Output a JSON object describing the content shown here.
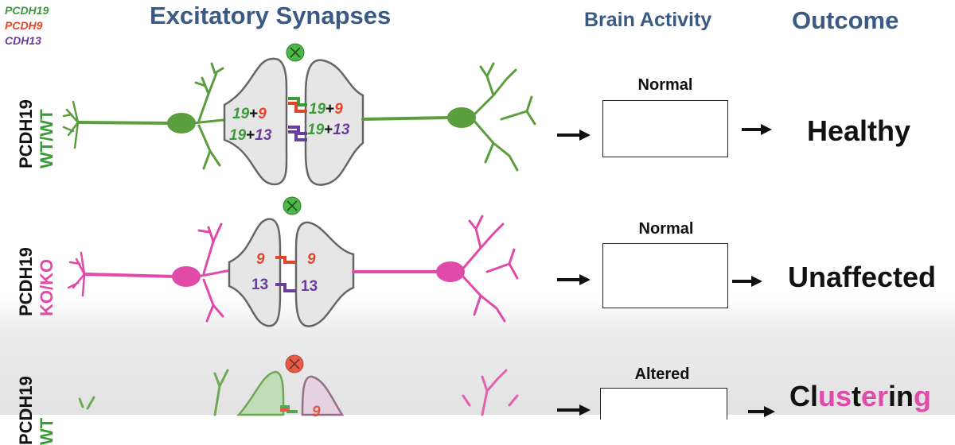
{
  "legend": [
    {
      "label": "PCDH19",
      "color": "#3c9a3a"
    },
    {
      "label": "PCDH9",
      "color": "#e2462a"
    },
    {
      "label": "CDH13",
      "color": "#6a3c9c"
    }
  ],
  "headers": {
    "synapses": "Excitatory Synapses",
    "activity": "Brain Activity",
    "outcome": "Outcome"
  },
  "colors": {
    "header_text": "#3a5a84",
    "wt_neuron": "#5a9e3e",
    "ko_neuron": "#e04aa8",
    "pcdh9": "#e2462a",
    "cdh13": "#6a3c9c",
    "ok_circle": "#4db848",
    "bad_circle": "#e8442c"
  },
  "rows": [
    {
      "gene": "PCDH19",
      "genotype": "WT/WT",
      "genotype_color": "#3c9a3a",
      "synapse": {
        "left_top": [
          "19",
          "+",
          "9"
        ],
        "left_bottom": [
          "19",
          "+",
          "13"
        ],
        "right_top": [
          "19",
          "+",
          "9"
        ],
        "right_bottom": [
          "19",
          "+",
          "13"
        ]
      },
      "status_icon": "check-circle",
      "activity_label": "Normal",
      "outcome": "Healthy"
    },
    {
      "gene": "PCDH19",
      "genotype": "KO/KO",
      "genotype_color": "#e04aa8",
      "synapse": {
        "left_top": [
          "9"
        ],
        "left_bottom": [
          "13"
        ],
        "right_top": [
          "9"
        ],
        "right_bottom": [
          "13"
        ]
      },
      "status_icon": "check-circle",
      "activity_label": "Normal",
      "outcome": "Unaffected"
    },
    {
      "gene": "PCDH19",
      "genotype": "WT",
      "genotype_color": "#3c9a3a",
      "synapse": {
        "right_top": [
          "9"
        ]
      },
      "status_icon": "x-circle",
      "activity_label": "Altered",
      "outcome": "Clustering",
      "outcome_letters": [
        {
          "t": "Cl",
          "c": "#111111"
        },
        {
          "t": "us",
          "c": "#e04aa8"
        },
        {
          "t": "t",
          "c": "#111111"
        },
        {
          "t": "er",
          "c": "#e04aa8"
        },
        {
          "t": "in",
          "c": "#111111"
        },
        {
          "t": "g",
          "c": "#e04aa8"
        }
      ]
    }
  ]
}
